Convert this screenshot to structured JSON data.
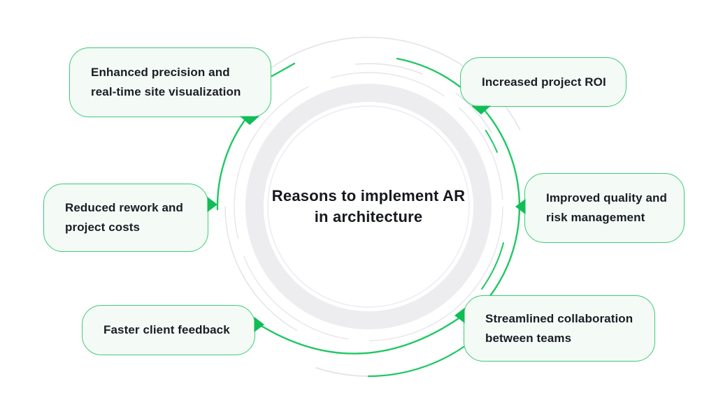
{
  "diagram": {
    "title": {
      "line1": "Reasons to implement AR",
      "line2": "in architecture"
    },
    "callouts": [
      {
        "id": "enhanced-precision",
        "lines": [
          "Enhanced precision and",
          "real-time site visualization"
        ],
        "pointer": "down"
      },
      {
        "id": "increased-roi",
        "lines": [
          "Increased project ROI"
        ],
        "pointer": "down"
      },
      {
        "id": "reduced-rework",
        "lines": [
          "Reduced rework and",
          "project costs"
        ],
        "pointer": "right"
      },
      {
        "id": "improved-quality",
        "lines": [
          "Improved quality and",
          "risk management"
        ],
        "pointer": "left"
      },
      {
        "id": "faster-feedback",
        "lines": [
          "Faster client feedback"
        ],
        "pointer": "right"
      },
      {
        "id": "streamlined-collaboration",
        "lines": [
          "Streamlined collaboration",
          "between teams"
        ],
        "pointer": "left"
      }
    ],
    "colors": {
      "accent_green": "#1fc863",
      "pointer_green": "#10bd57",
      "box_border": "#3ecb78",
      "box_fill": "#f4faf6",
      "ring_gray": "#ededf0",
      "line_gray": "#e3e3e9",
      "text_dark": "#1a1d24",
      "background": "#ffffff"
    }
  }
}
